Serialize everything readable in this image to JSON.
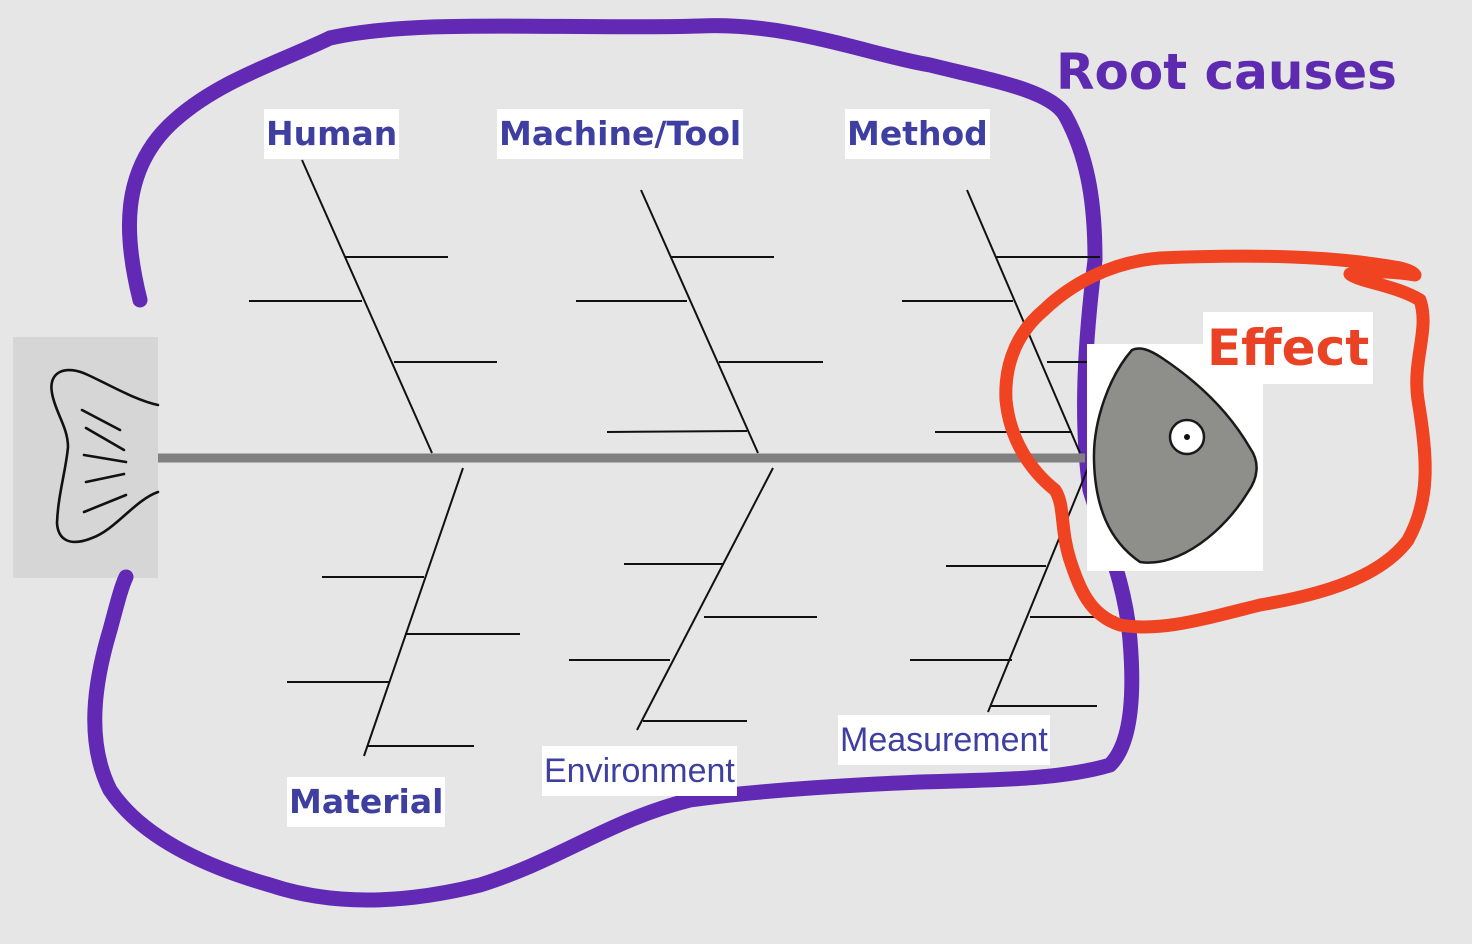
{
  "diagram": {
    "root_causes_label": "Root causes",
    "effect_label": "Effect",
    "categories": {
      "human": "Human",
      "machine_tool": "Machine/Tool",
      "method": "Method",
      "material": "Material",
      "environment": "Environment",
      "measurement": "Measurement"
    },
    "colors": {
      "background": "#e6e6e6",
      "root_causes_outline": "#6229b5",
      "effect_outline": "#ef4322",
      "category_text": "#3f3fa1",
      "spine": "#808080",
      "fish_head": "#8e8e8a"
    }
  }
}
